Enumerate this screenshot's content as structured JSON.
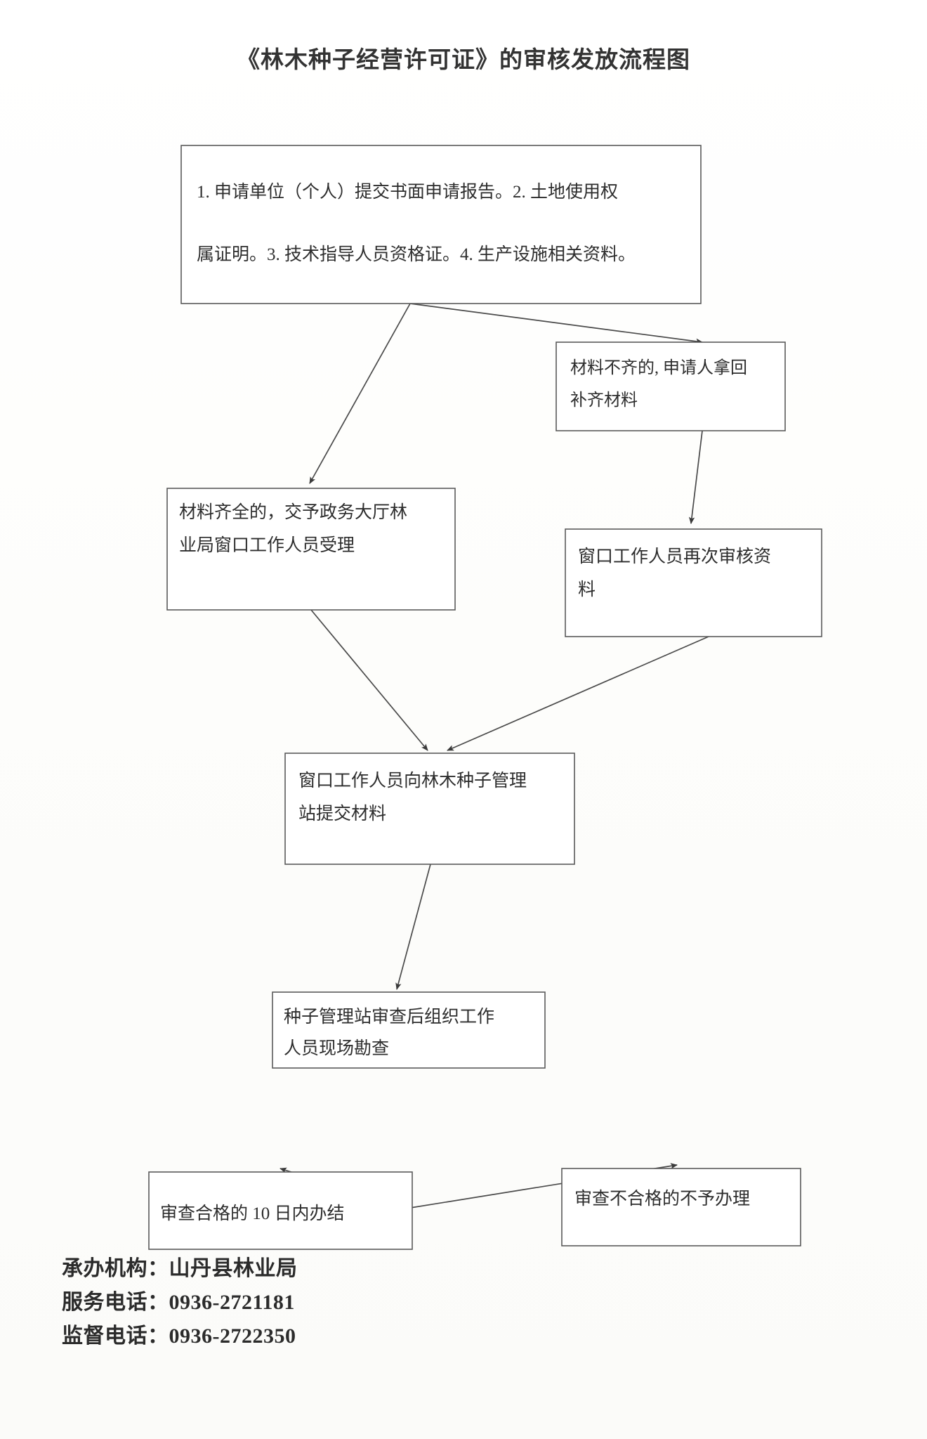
{
  "document": {
    "title": "《林木种子经营许可证》的审核发放流程图"
  },
  "flowchart": {
    "type": "flowchart",
    "nodes": [
      {
        "id": "apply",
        "lines": [
          "1. 申请单位（个人）提交书面申请报告。2. 土地使用权",
          "属证明。3. 技术指导人员资格证。4. 生产设施相关资料。"
        ]
      },
      {
        "id": "incomplete",
        "lines": [
          "材料不齐的, 申请人拿回",
          "补齐材料"
        ]
      },
      {
        "id": "complete",
        "lines": [
          "材料齐全的，交予政务大厅林",
          "业局窗口工作人员受理"
        ]
      },
      {
        "id": "recheck",
        "lines": [
          "窗口工作人员再次审核资",
          "料"
        ]
      },
      {
        "id": "submit",
        "lines": [
          "窗口工作人员向林木种子管理",
          "站提交材料"
        ]
      },
      {
        "id": "survey",
        "lines": [
          "种子管理站审查后组织工作",
          "人员现场勘查"
        ]
      },
      {
        "id": "pass",
        "lines": [
          "审查合格的 10 日内办结"
        ]
      },
      {
        "id": "fail",
        "lines": [
          "审查不合格的不予办理"
        ]
      }
    ],
    "edges": [
      {
        "from": "apply",
        "to": "incomplete"
      },
      {
        "from": "apply",
        "to": "complete"
      },
      {
        "from": "incomplete",
        "to": "recheck"
      },
      {
        "from": "complete",
        "to": "submit"
      },
      {
        "from": "recheck",
        "to": "submit"
      },
      {
        "from": "submit",
        "to": "survey"
      },
      {
        "from": "survey",
        "to": "pass"
      },
      {
        "from": "survey",
        "to": "fail"
      }
    ]
  },
  "footer": {
    "agency": "承办机构：山丹县林业局",
    "service_phone": "服务电话：0936-2721181",
    "supervision_phone": "监督电话：0936-2722350"
  },
  "colors": {
    "ink": "#2b2b2b",
    "stroke": "#5a5a5a",
    "paper": "#fdfdfc"
  }
}
